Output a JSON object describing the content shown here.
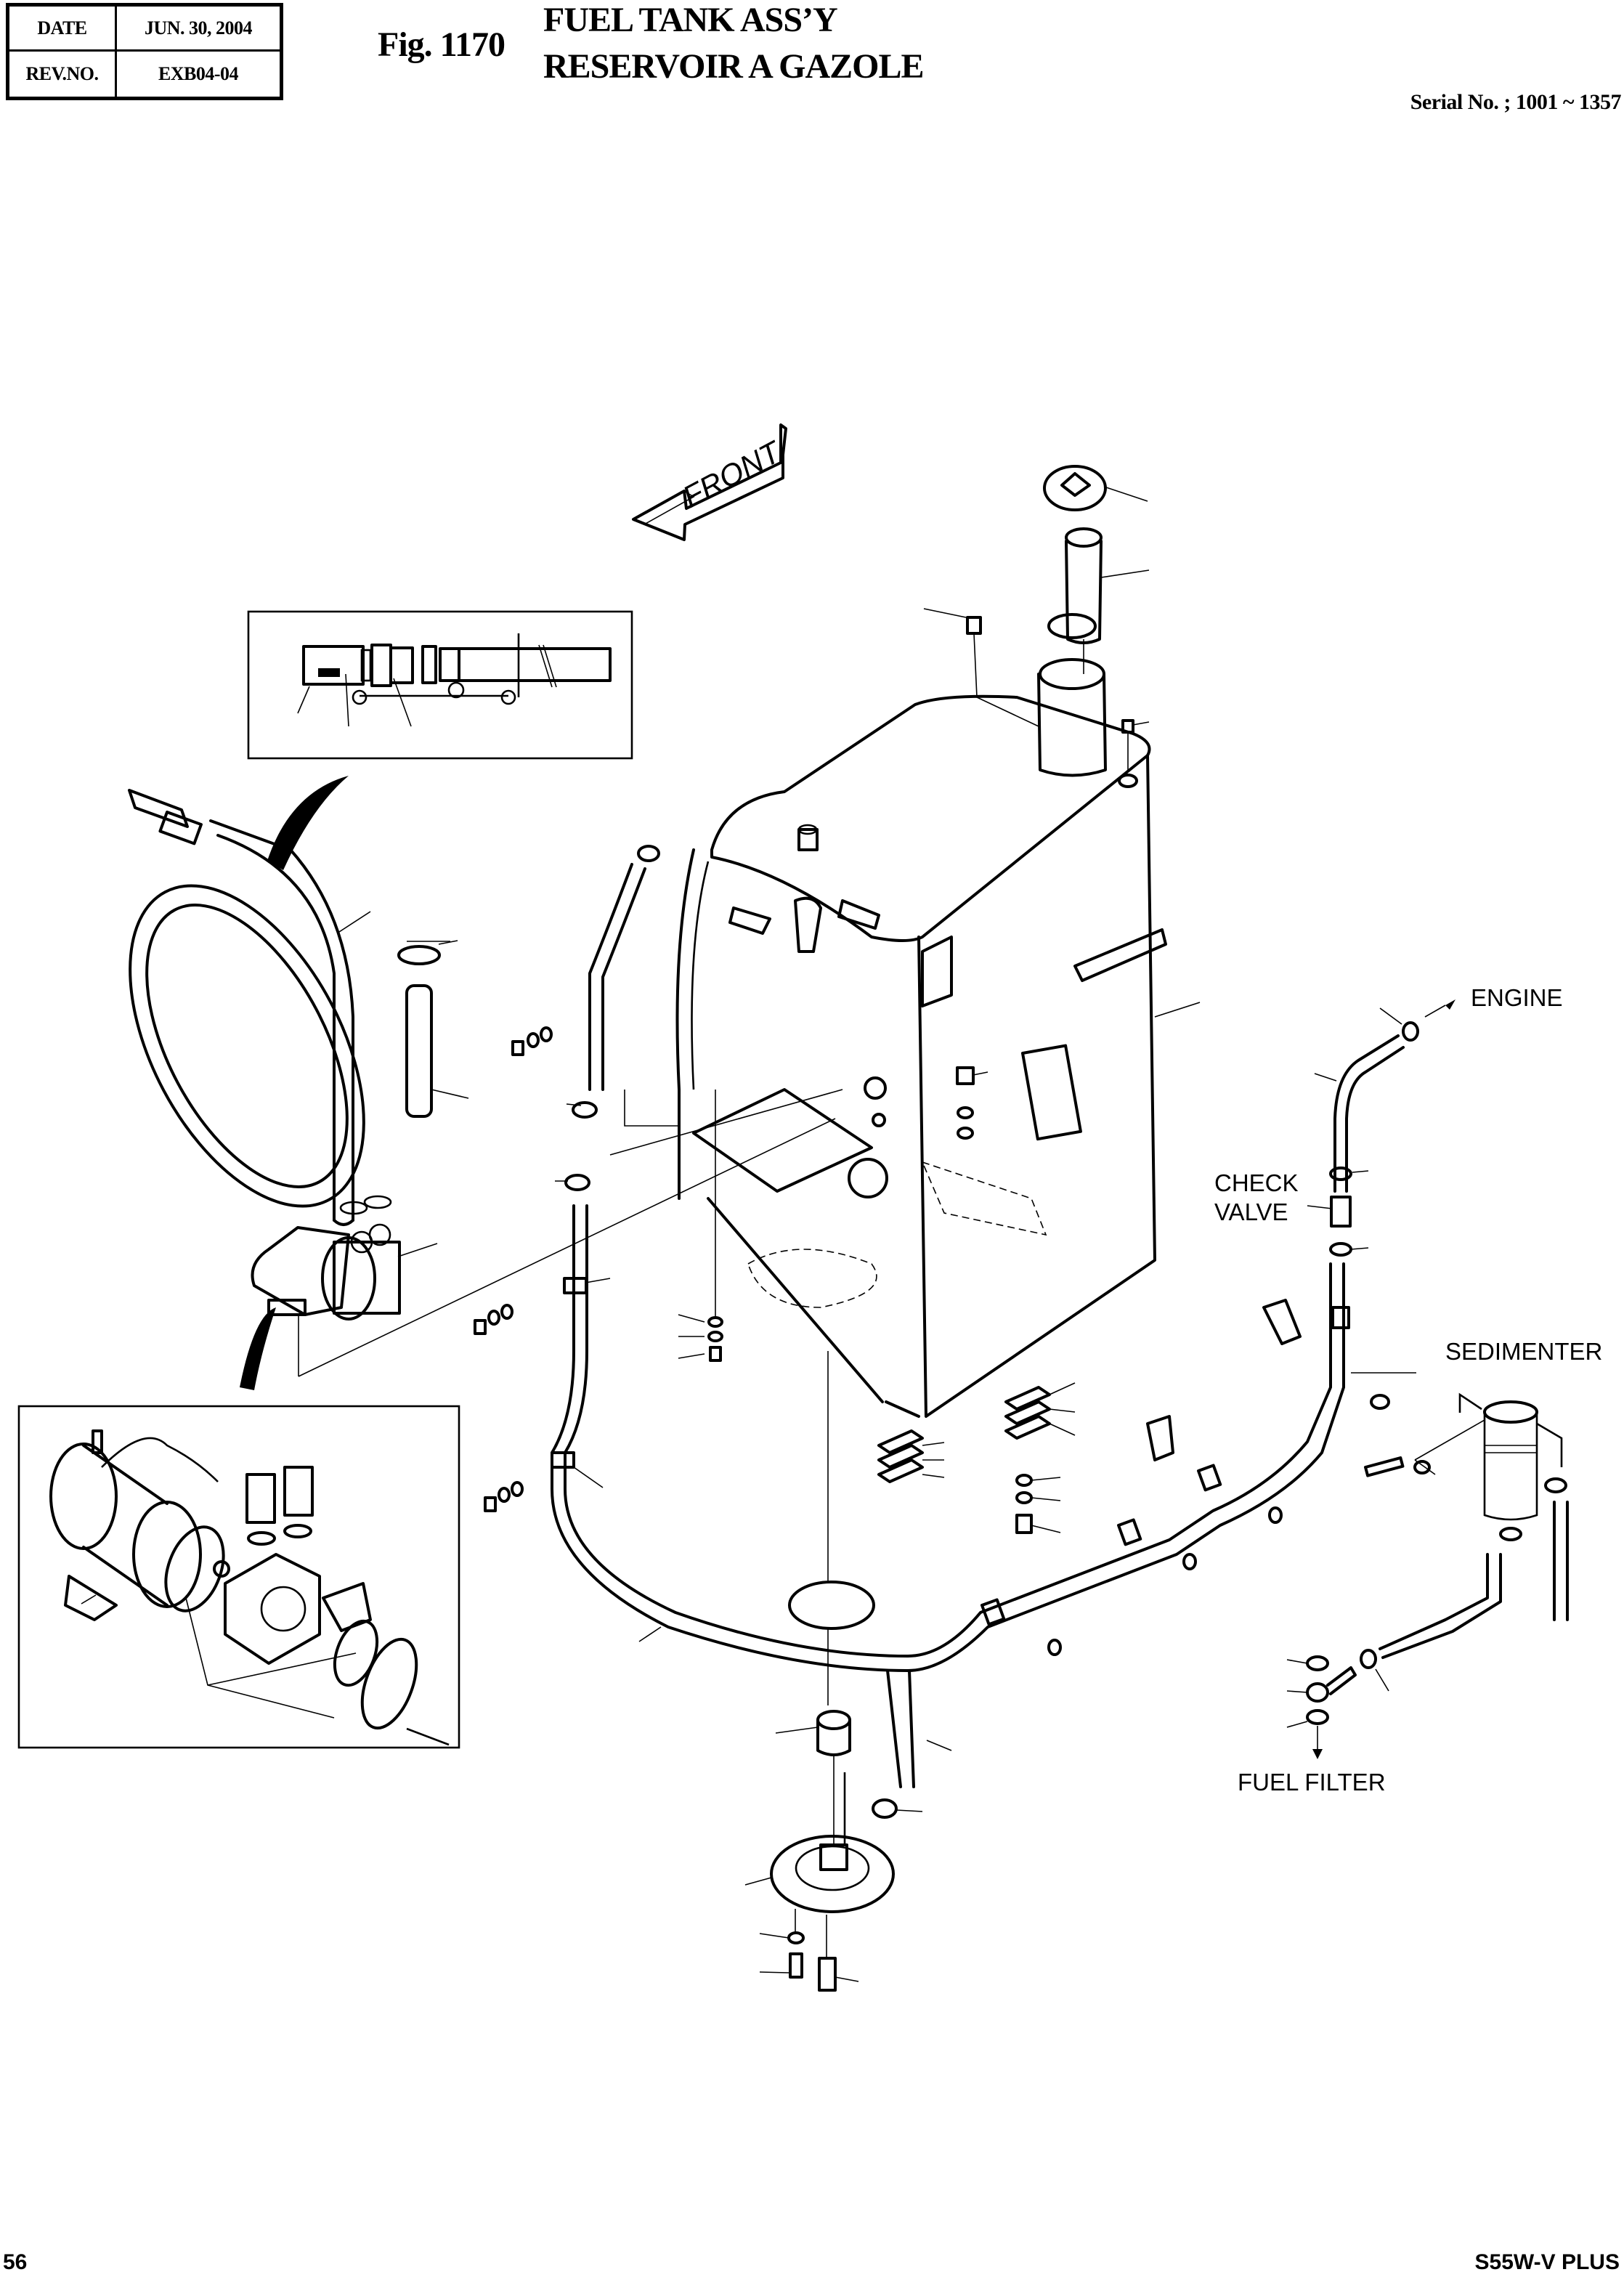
{
  "header": {
    "date_label": "DATE",
    "date_value": "JUN. 30, 2004",
    "rev_label": "REV.NO.",
    "rev_value": "EXB04-04",
    "figure_number": "Fig. 1170",
    "title_en": "FUEL TANK ASS’Y",
    "title_fr": "RESERVOIR A GAZOLE",
    "serial": "Serial No. ; 1001 ~ 1357"
  },
  "diagram": {
    "direction_arrow": "FRONT",
    "callouts": {
      "engine": "ENGINE",
      "check_valve_line1": "CHECK",
      "check_valve_line2": "VALVE",
      "sedimenter": "SEDIMENTER",
      "fuel_filter": "FUEL FILTER"
    },
    "components": [
      "fuel-tank",
      "filler-cap",
      "strainer",
      "filler-neck",
      "breather-plug",
      "refuel-hose-coil",
      "refuel-pump",
      "pump-detail-inset",
      "nozzle-detail-inset",
      "sedimenter",
      "check-valve",
      "fuel-hoses",
      "hose-clamps",
      "suction-flange",
      "suction-filter",
      "drain-cock",
      "o-ring",
      "banjo-fitting"
    ]
  },
  "footer": {
    "page_number": "56",
    "model": "S55W-V PLUS"
  }
}
